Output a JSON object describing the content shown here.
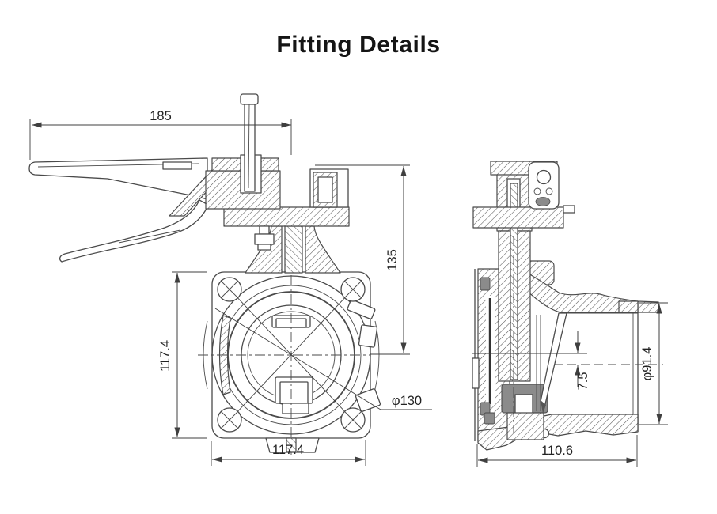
{
  "title": "Fitting Details",
  "colors": {
    "line": "#4a4a4a",
    "dim_line": "#3f3f3f",
    "text": "#1a1a1a",
    "seal": "#8b8b8b",
    "background": "#ffffff"
  },
  "front_view": {
    "dim_handle_length": "185",
    "dim_center_height": "135",
    "dim_flange_height": "117.4",
    "dim_flange_width": "117.4",
    "dim_bolt_circle": "φ130"
  },
  "side_view": {
    "dim_disc_offset": "7.5",
    "dim_bore_diameter": "φ91.4",
    "dim_body_width": "110.6"
  }
}
